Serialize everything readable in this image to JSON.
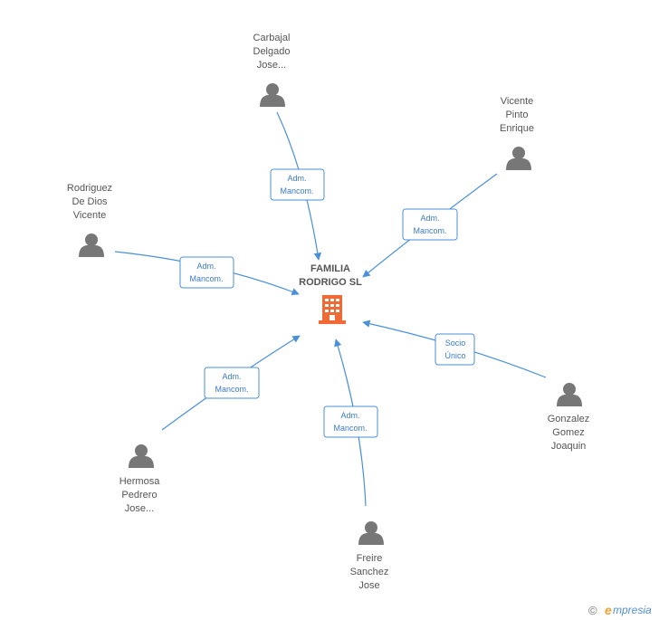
{
  "center": {
    "line1": "FAMILIA",
    "line2": "RODRIGO SL"
  },
  "persons": [
    {
      "id": "carbajal",
      "lines": [
        "Carbajal",
        "Delgado",
        "Jose..."
      ],
      "role": [
        "Adm.",
        "Mancom."
      ]
    },
    {
      "id": "vicente-pinto",
      "lines": [
        "Vicente",
        "Pinto",
        "Enrique"
      ],
      "role": [
        "Adm.",
        "Mancom."
      ]
    },
    {
      "id": "rodriguez",
      "lines": [
        "Rodriguez",
        "De Dios",
        "Vicente"
      ],
      "role": [
        "Adm.",
        "Mancom."
      ]
    },
    {
      "id": "gonzalez",
      "lines": [
        "Gonzalez",
        "Gomez",
        "Joaquin"
      ],
      "role": [
        "Socio",
        "Único"
      ]
    },
    {
      "id": "hermosa",
      "lines": [
        "Hermosa",
        "Pedrero",
        "Jose..."
      ],
      "role": [
        "Adm.",
        "Mancom."
      ]
    },
    {
      "id": "freire",
      "lines": [
        "Freire",
        "Sanchez",
        "Jose"
      ],
      "role": [
        "Adm.",
        "Mancom."
      ]
    }
  ],
  "footer": {
    "copyright": "©",
    "brand_e": "e",
    "brand_rest": "mpresia"
  },
  "colors": {
    "edge": "#4a90d9",
    "building": "#f06a35",
    "person": "#777777"
  },
  "icons": {
    "person": "person-icon",
    "company": "building-icon"
  }
}
